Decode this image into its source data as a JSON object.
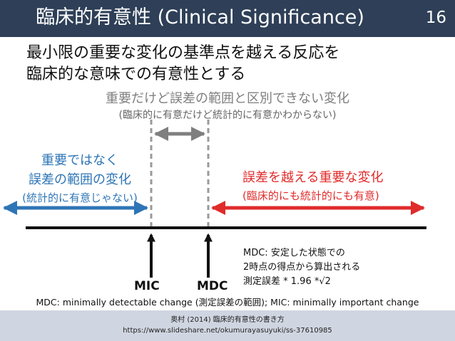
{
  "header": {
    "title": "臨床的有意性 (Clinical Significance)",
    "page_number": "16"
  },
  "intro": {
    "line1": "最小限の重要な変化の基準点を越える反応を",
    "line2": "臨床的な意味での有意性とする"
  },
  "gray_zone": {
    "heading": "重要だけど誤差の範囲と区別できない変化",
    "subheading": "(臨床的に有意だけど統計的に有意かわからない)"
  },
  "left_zone": {
    "line1": "重要ではなく",
    "line2": "誤差の範囲の変化",
    "line3": "(統計的に有意じゃない)"
  },
  "right_zone": {
    "line1": "誤差を越える重要な変化",
    "line2": "(臨床的にも統計的にも有意)"
  },
  "markers": {
    "mic": "MIC",
    "mdc": "MDC"
  },
  "mdc_note": {
    "line1": "MDC: 安定した状態での",
    "line2": "2時点の得点から算出される",
    "line3": "測定誤差 * 1.96 *√2"
  },
  "definitions": "MDC: minimally detectable change (測定誤差の範囲);  MIC: minimally important change",
  "footer": {
    "reference": "奥村 (2014) 臨床的有意性の書き方",
    "url": "https://www.slideshare.net/okumurayasuyuki/ss-37610985"
  },
  "colors": {
    "header_bg": "#2e3f57",
    "footer_bg": "#d0d6e1",
    "blue": "#2e75b6",
    "red": "#e02b2b",
    "gray": "#7f7f7f"
  }
}
